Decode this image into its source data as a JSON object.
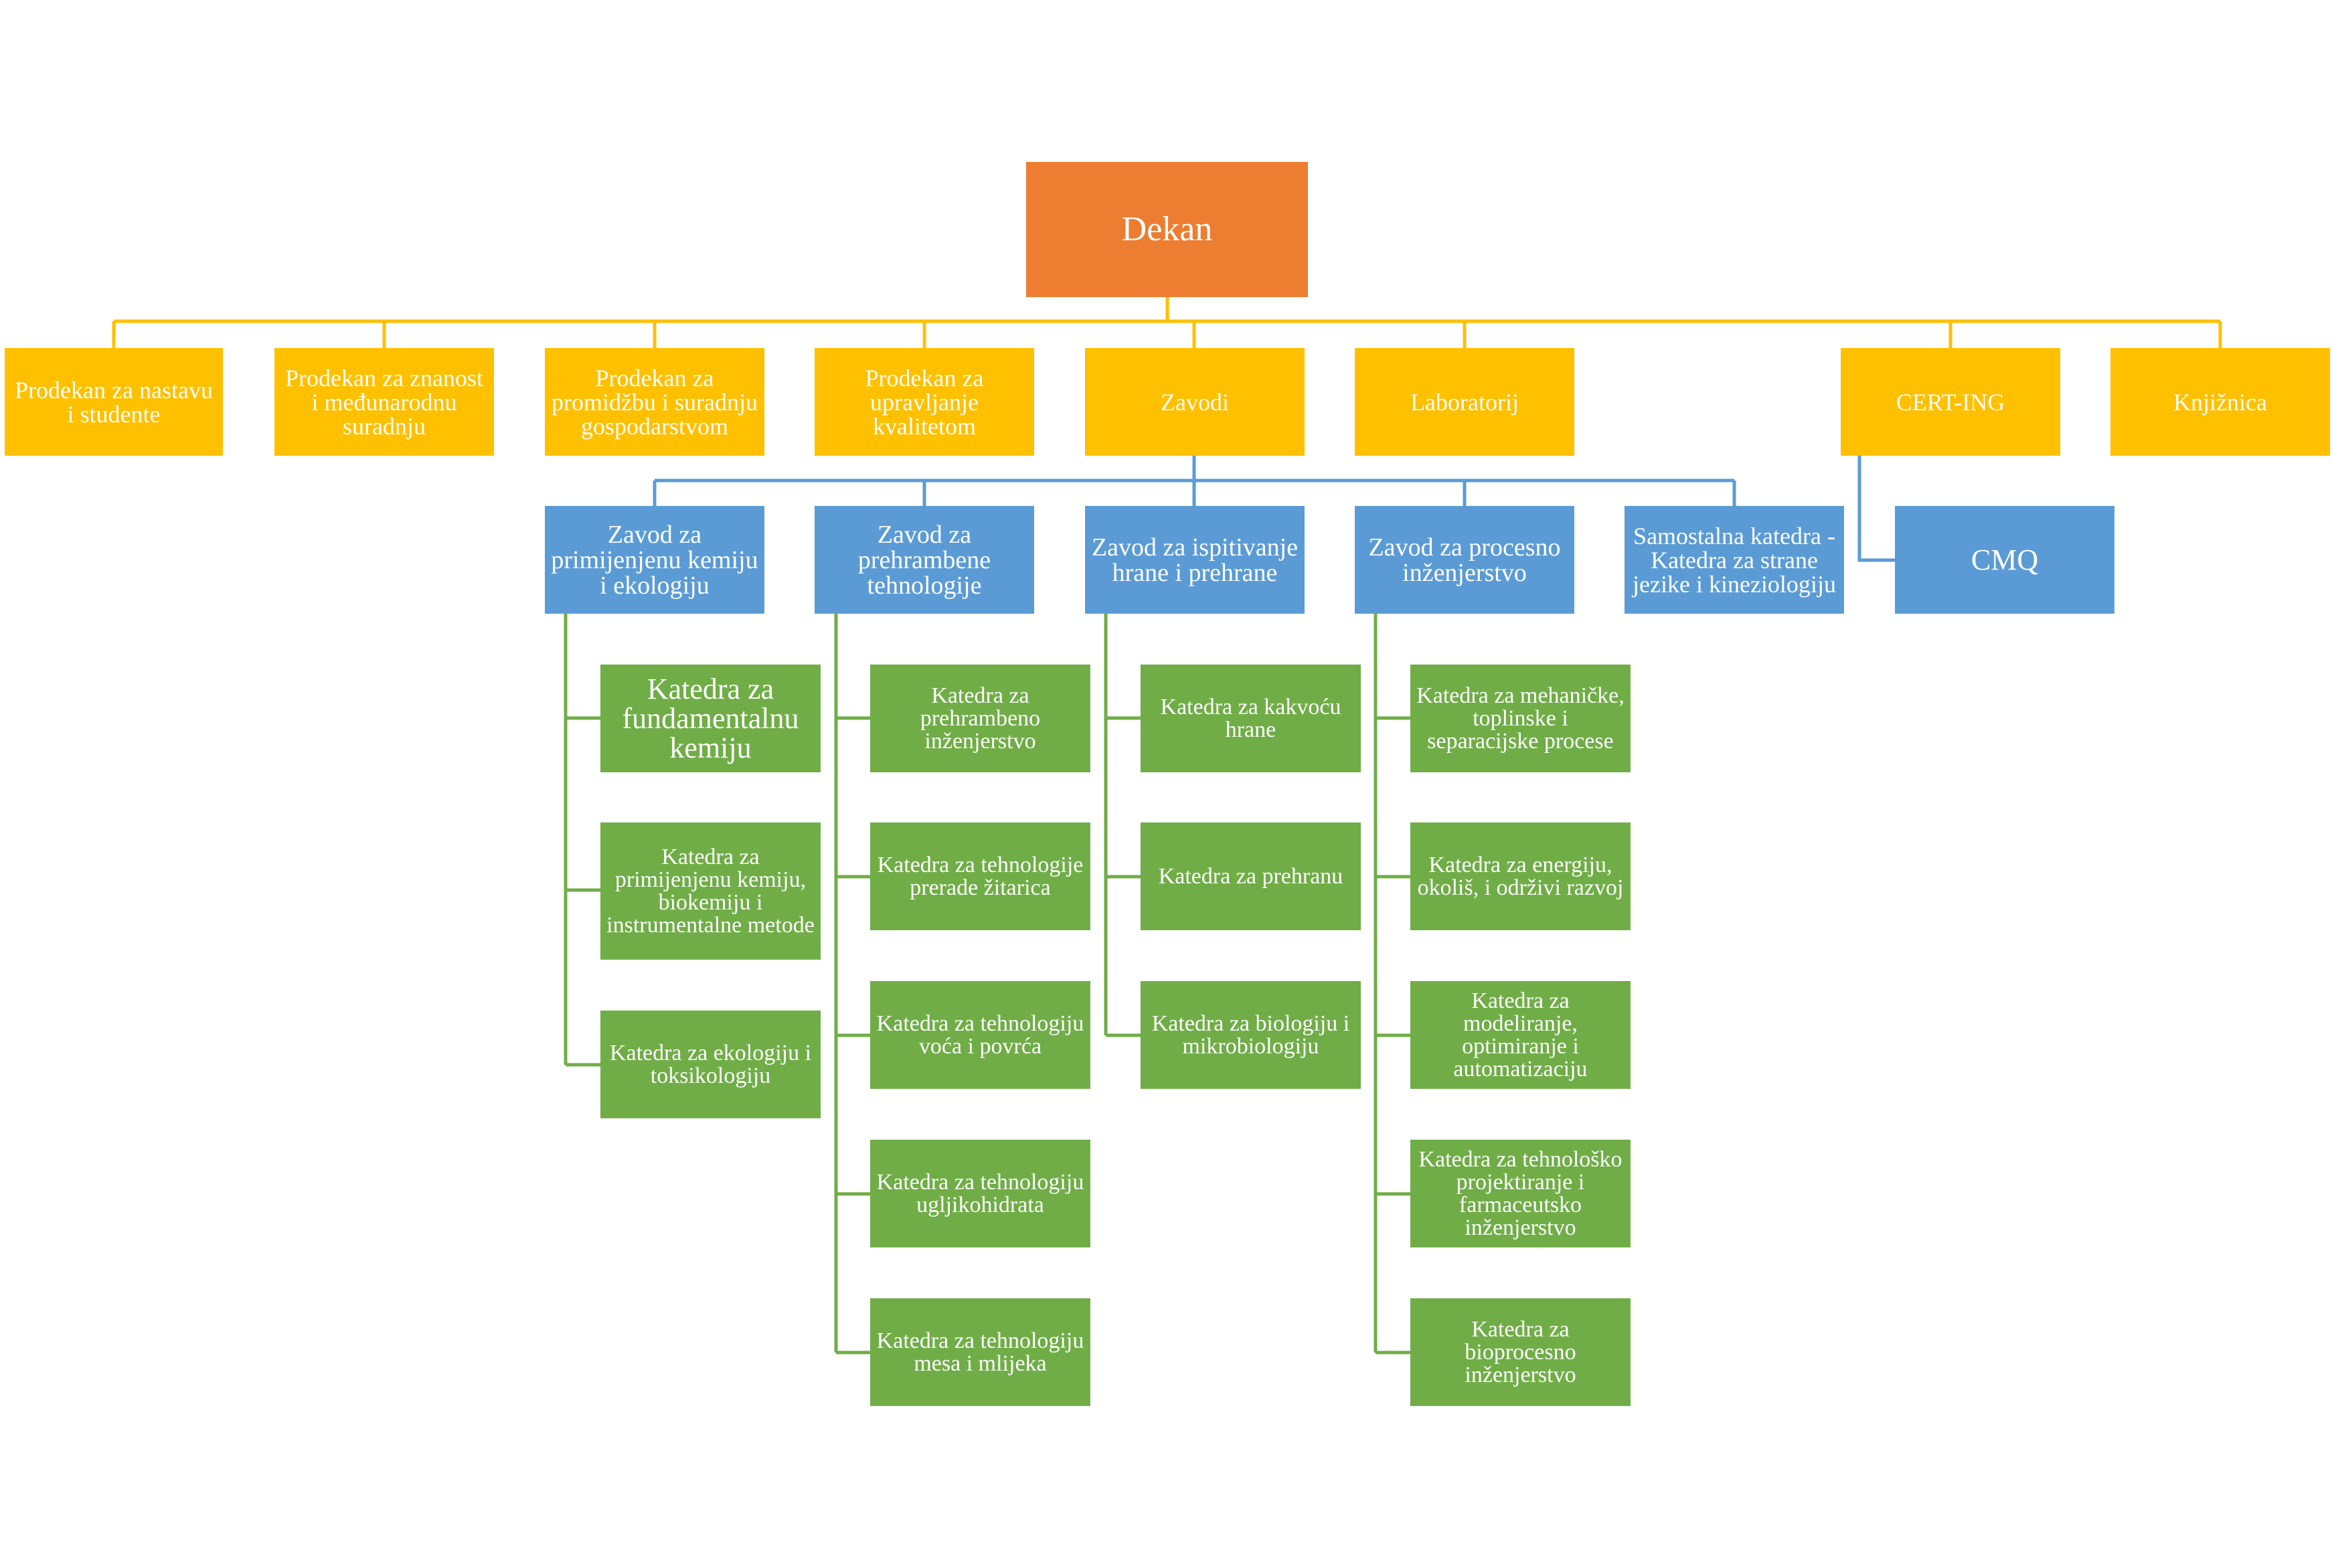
{
  "colors": {
    "dean": "#ED7D31",
    "level1": "#FFC000",
    "institutes": "#5B9BD5",
    "chairs": "#70AD47",
    "text": "#FFFFFF"
  },
  "dean": "Dekan",
  "level1": {
    "prodekan_nastava": "Prodekan za nastavu i studente",
    "prodekan_znanost": "Prodekan za znanost i međunarodnu suradnju",
    "prodekan_promidzba": "Prodekan za promidžbu i suradnju gospodarstvom",
    "prodekan_kvaliteta": "Prodekan za upravljanje kvalitetom",
    "zavodi": "Zavodi",
    "laboratorij": "Laboratorij",
    "cert_ing": "CERT-ING",
    "knjiznica": "Knjižnica"
  },
  "cmq": "CMQ",
  "institutes": {
    "kemija": "Zavod za primijenjenu kemiju i ekologiju",
    "prehrambene": "Zavod za prehrambene tehnologije",
    "ispitivanje": "Zavod za ispitivanje hrane i prehrane",
    "procesno": "Zavod za procesno inženjerstvo",
    "samostalna": "Samostalna katedra - Katedra za strane jezike i kineziologiju"
  },
  "chairs": {
    "kemija": [
      "Katedra za fundamentalnu kemiju",
      "Katedra za primijenjenu kemiju, biokemiju i instrumentalne metode",
      "Katedra za ekologiju i toksikologiju"
    ],
    "prehrambene": [
      "Katedra za prehrambeno inženjerstvo",
      "Katedra za tehnologije prerade žitarica",
      "Katedra za tehnologiju voća i povrća",
      "Katedra za tehnologiju ugljikohidrata",
      "Katedra za tehnologiju mesa i mlijeka"
    ],
    "ispitivanje": [
      "Katedra za kakvoću hrane",
      "Katedra za prehranu",
      "Katedra za biologiju i mikrobiologiju"
    ],
    "procesno": [
      "Katedra za mehaničke, toplinske i separacijske procese",
      "Katedra za energiju, okoliš, i održivi razvoj",
      "Katedra za modeliranje, optimiranje i automatizaciju",
      "Katedra za tehnološko projektiranje i farmaceutsko inženjerstvo",
      "Katedra za bioprocesno inženjerstvo"
    ]
  }
}
